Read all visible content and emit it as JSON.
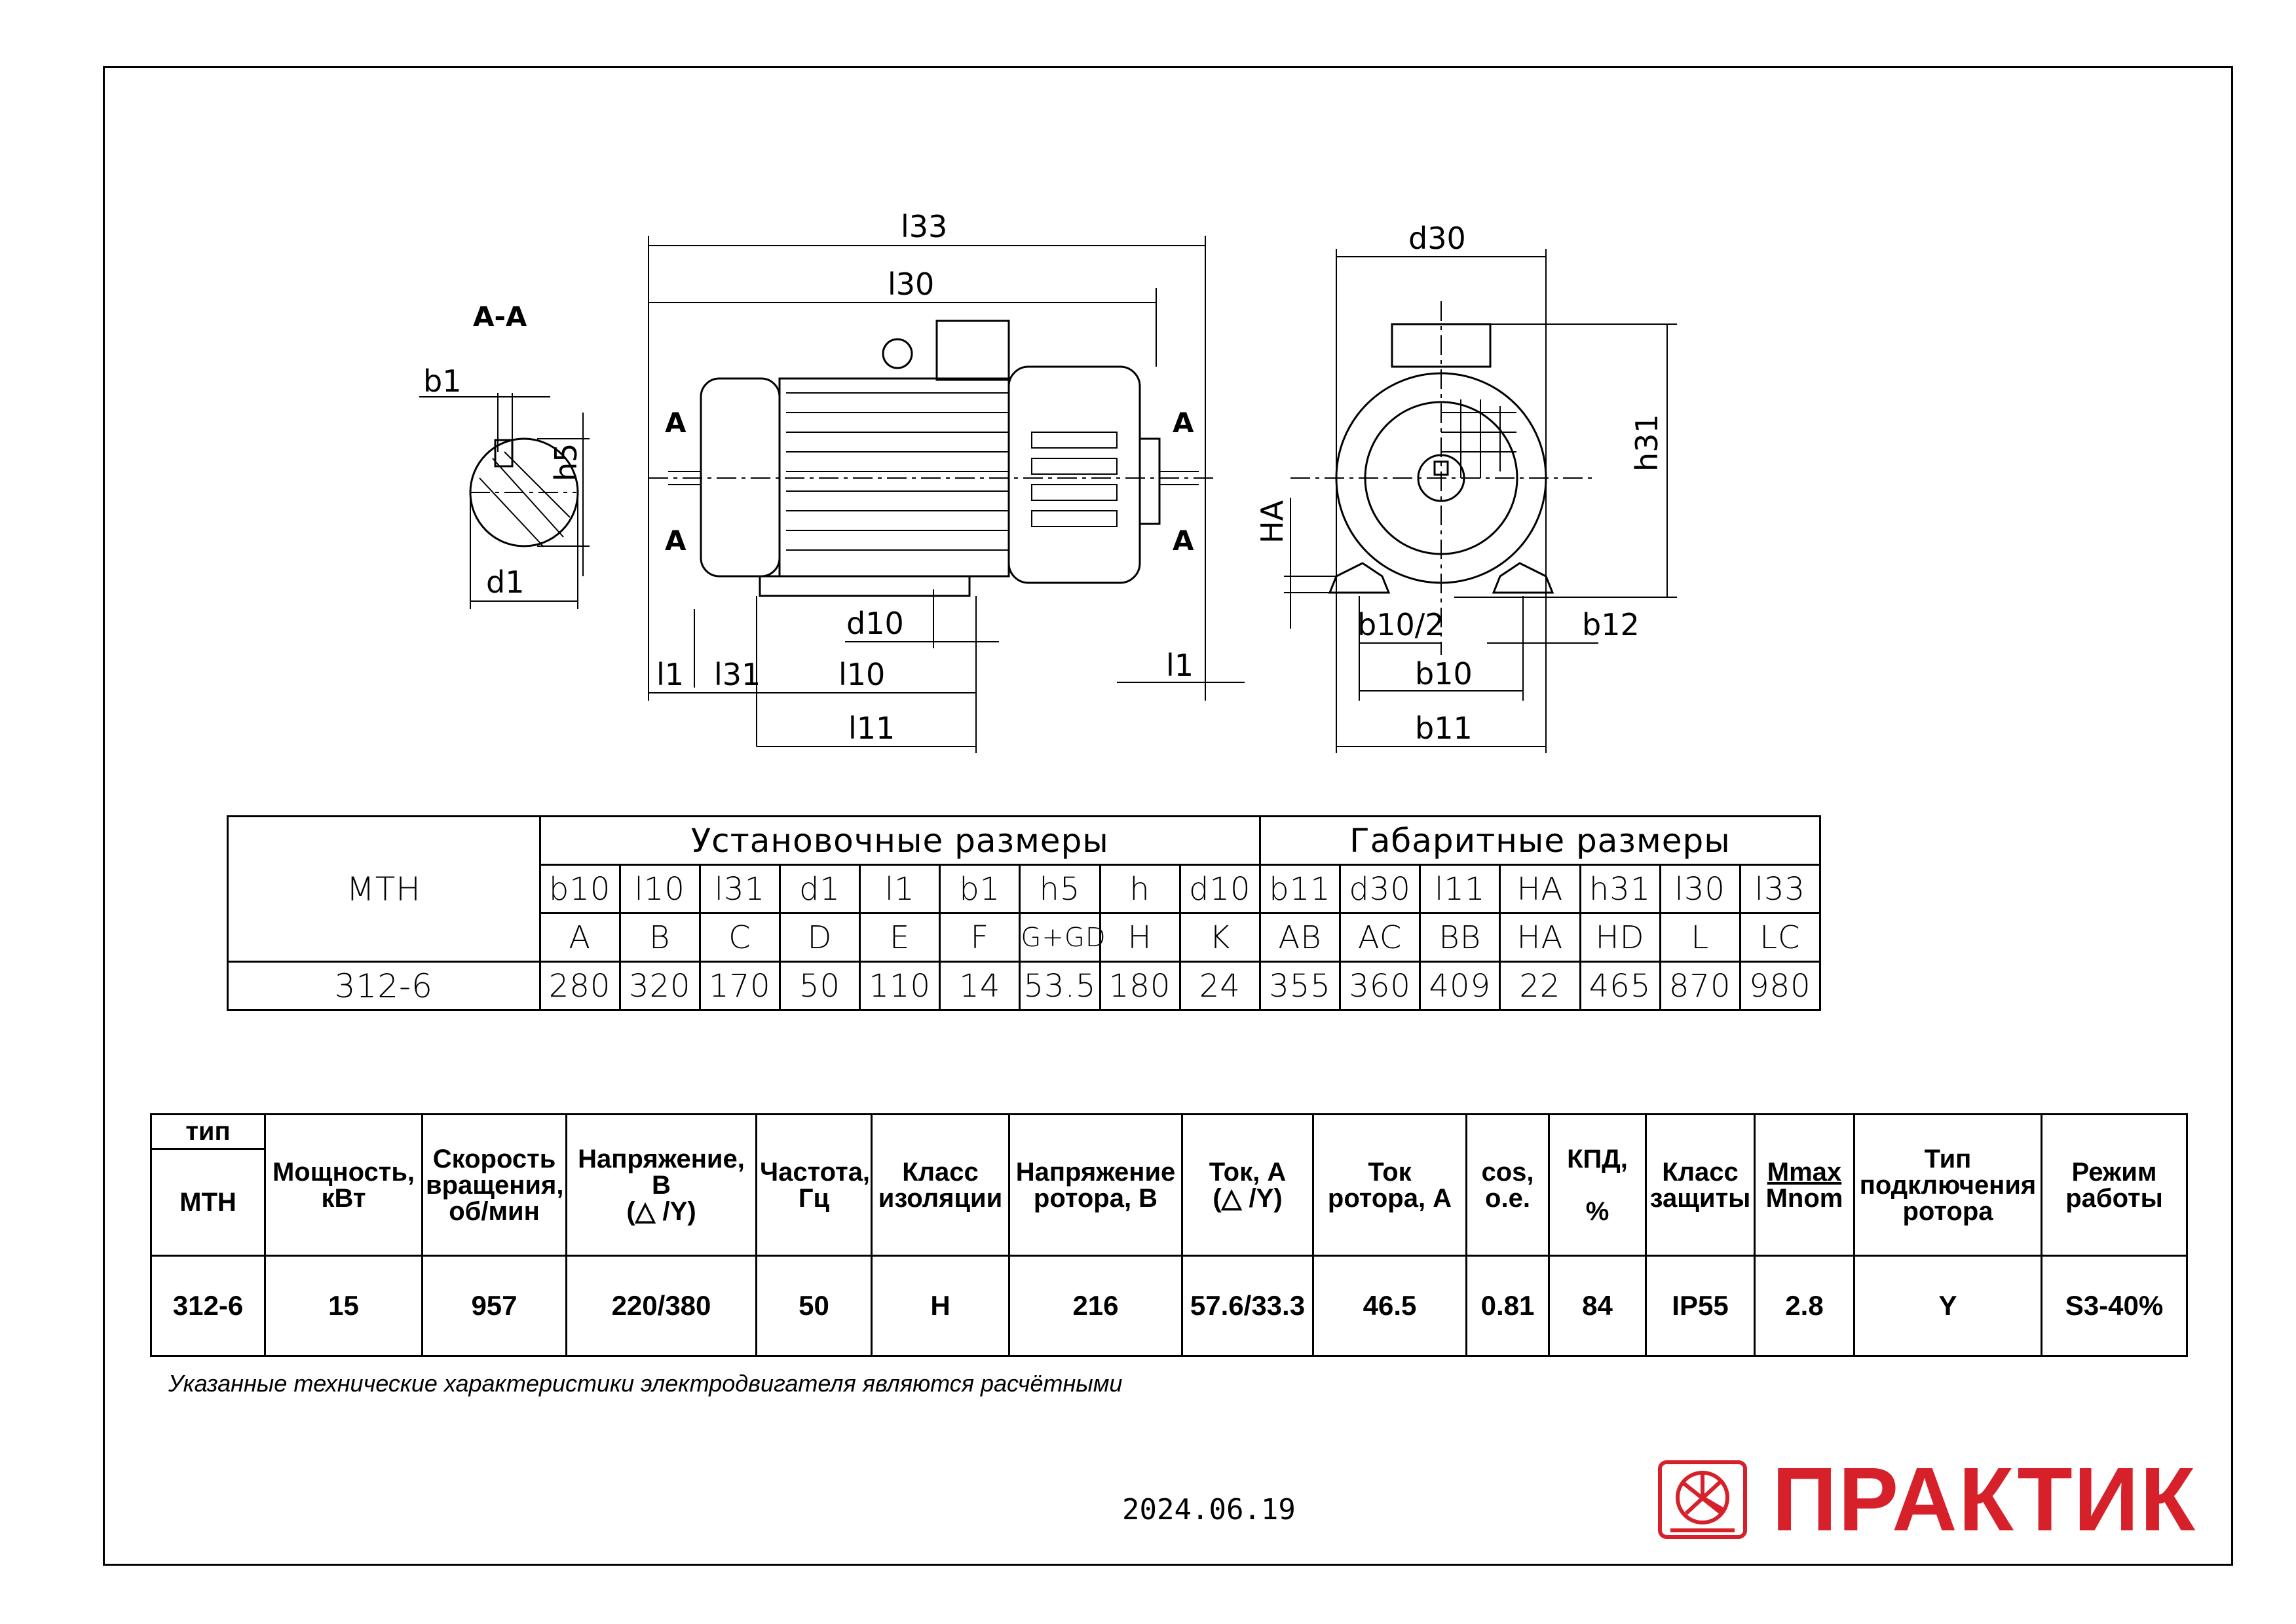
{
  "section_label": "А-А",
  "dimension_labels": {
    "b1": "b1",
    "h5": "h5",
    "d1": "d1",
    "l33": "l33",
    "l30": "l30",
    "d10": "d10",
    "l1": "l1",
    "l31": "l31",
    "l10": "l10",
    "l11": "l11",
    "d30": "d30",
    "h31": "h31",
    "HA": "HA",
    "b10_2": "b10/2",
    "b12": "b12",
    "b10": "b10",
    "b11": "b11",
    "A": "A"
  },
  "dim_table": {
    "model_header": "МТН",
    "group_mounting": "Установочные размеры",
    "group_overall": "Габаритные размеры",
    "codes": [
      "b10",
      "l10",
      "l31",
      "d1",
      "l1",
      "b1",
      "h5",
      "h",
      "d10",
      "b11",
      "d30",
      "l11",
      "HA",
      "h31",
      "l30",
      "l33"
    ],
    "letters": [
      "A",
      "B",
      "C",
      "D",
      "E",
      "F",
      "G+GD",
      "H",
      "K",
      "AB",
      "AC",
      "BB",
      "HA",
      "HD",
      "L",
      "LC"
    ],
    "row": {
      "model": "312-6",
      "values": [
        "280",
        "320",
        "170",
        "50",
        "110",
        "14",
        "53.5",
        "180",
        "24",
        "355",
        "360",
        "409",
        "22",
        "465",
        "870",
        "980"
      ]
    }
  },
  "spec_table": {
    "type_label": "тип",
    "type_value": "МТН",
    "headers": {
      "power": "Мощность, кВт",
      "speed": "Скорость вращения, об/мин",
      "voltage": "Напряжение, В",
      "voltage_conn": "(△ /Y)",
      "freq": "Частота, Гц",
      "insulation": "Класс изоляции",
      "rotor_voltage": "Напряжение ротора, В",
      "current": "Ток, А",
      "current_conn": "(△ /Y)",
      "rotor_current": "Ток ротора, А",
      "cos": "cos, о.е.",
      "eff": "КПД,",
      "eff_unit": "%",
      "protection": "Класс защиты",
      "mmax": "Mmax",
      "mnom": "Mnom",
      "rotor_conn": "Тип подключения ротора",
      "duty": "Режим работы"
    },
    "values": {
      "model": "312-6",
      "power": "15",
      "speed": "957",
      "voltage": "220/380",
      "freq": "50",
      "insulation": "H",
      "rotor_voltage": "216",
      "current": "57.6/33.3",
      "rotor_current": "46.5",
      "cos": "0.81",
      "eff": "84",
      "protection": "IP55",
      "m_ratio": "2.8",
      "rotor_conn": "Y",
      "duty": "S3-40%"
    }
  },
  "note": "Указанные технические характеристики электродвигателя являются расчётными",
  "date": "2024.06.19",
  "brand": {
    "name": "ПРАКТИК",
    "color": "#d6212b"
  }
}
